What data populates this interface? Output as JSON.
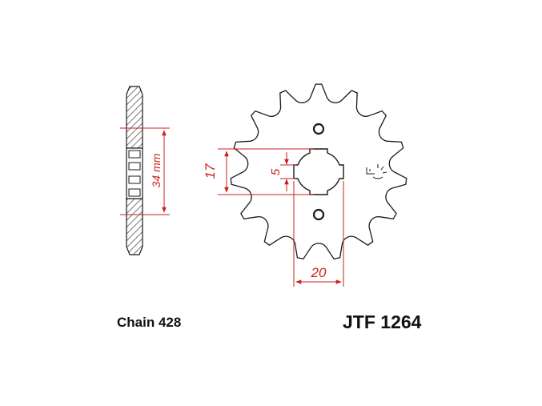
{
  "chain_label": "Chain 428",
  "part_number": "JTF 1264",
  "dimensions": {
    "side_height": "34 mm",
    "spline_major": "17",
    "spline_minor": "5",
    "bolt_spacing": "20"
  },
  "colors": {
    "outline": "#1a1a1a",
    "dimension": "#cc1f1f",
    "hatch": "#555555"
  }
}
